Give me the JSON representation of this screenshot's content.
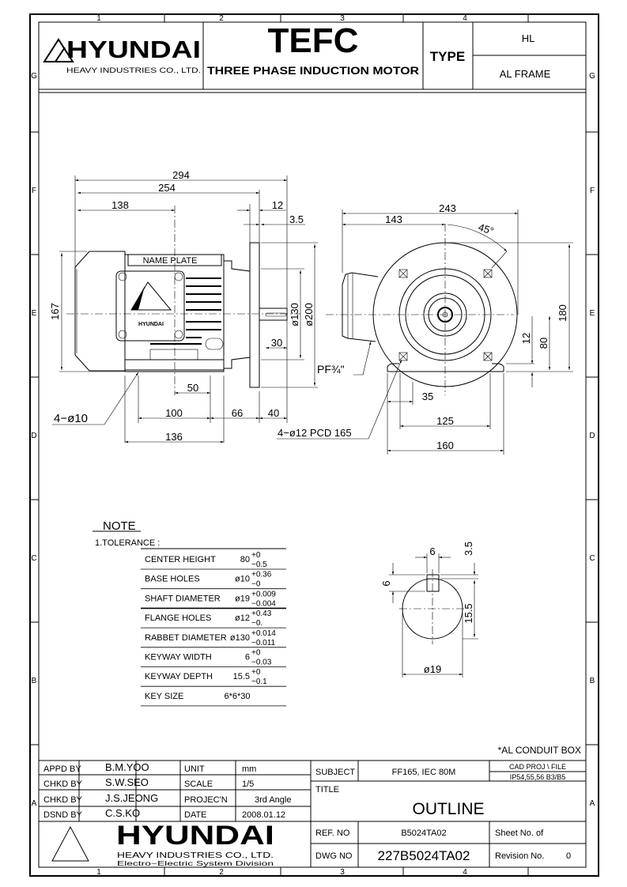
{
  "header": {
    "logo_text": "HYUNDAI",
    "logo_sub": "HEAVY INDUSTRIES CO., LTD.",
    "title": "TEFC",
    "subtitle": "THREE PHASE INDUCTION MOTOR",
    "type_label": "TYPE",
    "type_value": "HL",
    "frame_value": "AL FRAME"
  },
  "grid": {
    "columns": [
      "1",
      "2",
      "3",
      "4"
    ],
    "rows": [
      "G",
      "F",
      "E",
      "D",
      "C",
      "B",
      "A"
    ]
  },
  "side_view": {
    "name_plate": "NAME PLATE",
    "badge_text": "HYUNDAI",
    "dims": {
      "overall": "294",
      "body": "254",
      "to_box": "138",
      "flange_thk": "12",
      "spigot": "3.5",
      "height": "167",
      "rabbet": "ø130",
      "flange": "ø200",
      "key_len": "30",
      "foot_offset": "50",
      "foot_holes_pitch": "100",
      "to_flange": "66",
      "shaft": "40",
      "foot_length": "136",
      "base_holes": "4−ø10"
    }
  },
  "end_view": {
    "dims": {
      "width": "243",
      "to_center": "143",
      "angle": "45°",
      "height": "180",
      "foot_thk": "12",
      "center_height": "80",
      "conduit": "PF¾\"",
      "foot_edge": "35",
      "foot_pitch": "125",
      "foot_width": "160",
      "flange_holes": "4−ø12  PCD  165"
    }
  },
  "shaft_detail": {
    "key_width": "6",
    "key_height": "6",
    "key_proj": "3.5",
    "depth": "15.5",
    "diameter": "ø19"
  },
  "note": {
    "heading": "NOTE",
    "tolerance_heading": "1.TOLERANCE :",
    "rows": [
      {
        "label": "CENTER  HEIGHT",
        "value": "80",
        "plus": "+0",
        "minus": "−0.5"
      },
      {
        "label": "BASE  HOLES",
        "value": "ø10",
        "plus": "+0.36",
        "minus": "−0"
      },
      {
        "label": "SHAFT  DIAMETER",
        "value": "ø19",
        "plus": "+0.009",
        "minus": "−0.004"
      },
      {
        "label": "FLANGE  HOLES",
        "value": "ø12",
        "plus": "+0.43",
        "minus": "−0."
      },
      {
        "label": "RABBET  DIAMETER",
        "value": "ø130",
        "plus": "+0.014",
        "minus": "−0.011"
      },
      {
        "label": "KEYWAY  WIDTH",
        "value": "6",
        "plus": "+0",
        "minus": "−0.03"
      },
      {
        "label": "KEYWAY  DEPTH",
        "value": "15.5",
        "plus": "+0",
        "minus": "−0.1"
      },
      {
        "label": "KEY  SIZE",
        "value": "6*6*30",
        "plus": "",
        "minus": ""
      }
    ]
  },
  "conduit_note": "*AL  CONDUIT  BOX",
  "title_block": {
    "people": [
      {
        "role": "APPD  BY",
        "name": "B.M.YOO"
      },
      {
        "role": "CHKD  BY",
        "name": "S.W.SEO"
      },
      {
        "role": "CHKD  BY",
        "name": "J.S.JEONG"
      },
      {
        "role": "DSND  BY",
        "name": "C.S.KO"
      }
    ],
    "props": [
      {
        "label": "UNIT",
        "value": "mm"
      },
      {
        "label": "SCALE",
        "value": "1/5"
      },
      {
        "label": "PROJEC'N",
        "value": "3rd  Angle"
      },
      {
        "label": "DATE",
        "value": "2008.01.12"
      }
    ],
    "logo_text": "HYUNDAI",
    "logo_sub1": "HEAVY  INDUSTRIES  CO.,  LTD.",
    "logo_sub2": "Electro−Electric System Division",
    "subject_label": "SUBJECT",
    "subject_value": "FF165, IEC 80M",
    "cad_label": "CAD PROJ    \\  FILE",
    "cad_value": "IP54,55,56  B3/B5",
    "title_label": "TITLE",
    "title_value": "OUTLINE",
    "ref_label": "REF. NO",
    "ref_value": "B5024TA02",
    "sheet_label": "Sheet No.     of",
    "dwg_label": "DWG  NO",
    "dwg_value": "227B5024TA02",
    "revision_label": "Revision No.",
    "revision_value": "0"
  }
}
